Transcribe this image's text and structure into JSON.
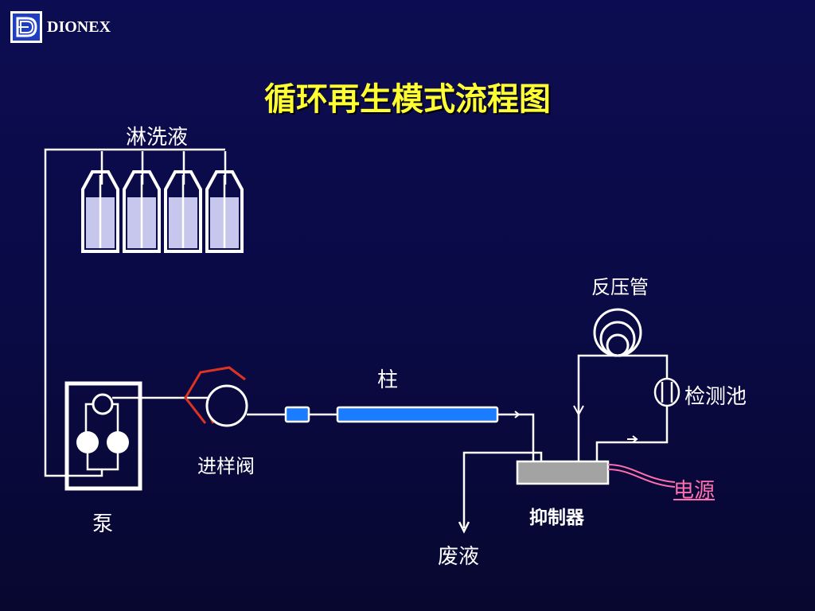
{
  "brand": {
    "name": "DIONEX"
  },
  "title": "循环再生模式流程图",
  "labels": {
    "eluent": "淋洗液",
    "pump": "泵",
    "injection_valve": "进样阀",
    "column": "柱",
    "backpressure_coil": "反压管",
    "detector_cell": "检测池",
    "suppressor": "抑制器",
    "power": "电源",
    "waste": "废液"
  },
  "colors": {
    "background": "#0a0a44",
    "title": "#ffff33",
    "lines": "#ffffff",
    "column": "#1a7cff",
    "suppressor": "#a3a3a3",
    "valve_outline": "#dd3322",
    "power_lead": "#ff6fae",
    "bottle_fill": "#c7c7ee"
  }
}
